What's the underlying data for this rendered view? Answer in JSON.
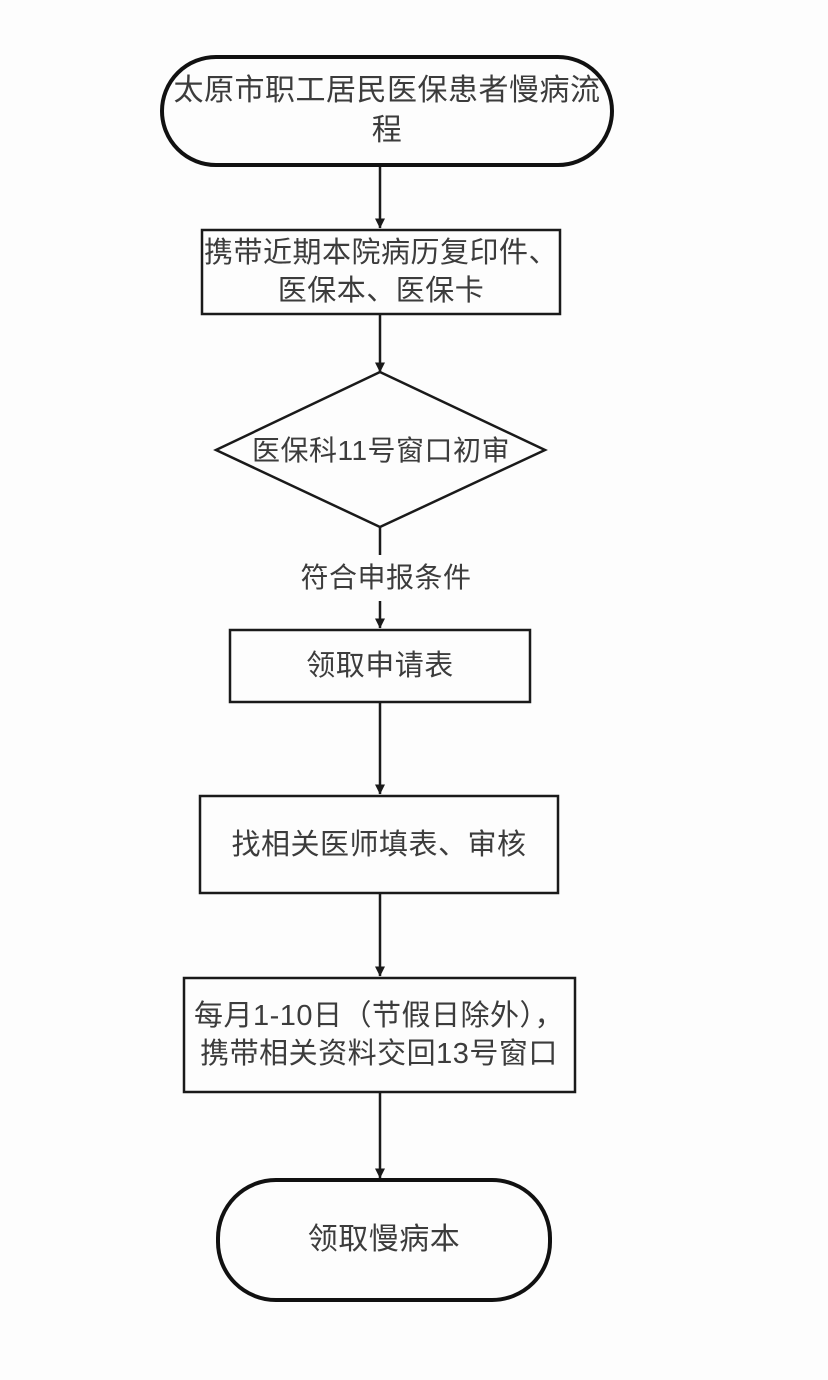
{
  "canvas": {
    "background": "#fdfdfd",
    "stroke_color": "#1a1a1a",
    "text_color": "#3c3c3c"
  },
  "diagram": {
    "type": "flowchart",
    "orientation": "top-to-bottom",
    "title": "太原市职工居民医保患者慢病流程",
    "nodes": [
      {
        "id": "start",
        "shape": "terminator",
        "label": "太原市职工居民医保患者慢病流程"
      },
      {
        "id": "docs",
        "shape": "process",
        "label": "携带近期本院病历复印件、\n医保本、医保卡"
      },
      {
        "id": "review",
        "shape": "decision",
        "label": "医保科11号窗口初审"
      },
      {
        "id": "getform",
        "shape": "process",
        "label": "领取申请表"
      },
      {
        "id": "doctor",
        "shape": "process",
        "label": "找相关医师填表、审核"
      },
      {
        "id": "submit",
        "shape": "process",
        "label": "每月1-10日（节假日除外），\n携带相关资料交回13号窗口"
      },
      {
        "id": "end",
        "shape": "terminator",
        "label": "领取慢病本"
      }
    ],
    "edges": [
      {
        "from": "start",
        "to": "docs",
        "label": ""
      },
      {
        "from": "docs",
        "to": "review",
        "label": ""
      },
      {
        "from": "review",
        "to": "getform",
        "label": "符合申报条件"
      },
      {
        "from": "getform",
        "to": "doctor",
        "label": ""
      },
      {
        "from": "doctor",
        "to": "submit",
        "label": ""
      },
      {
        "from": "submit",
        "to": "end",
        "label": ""
      }
    ]
  }
}
